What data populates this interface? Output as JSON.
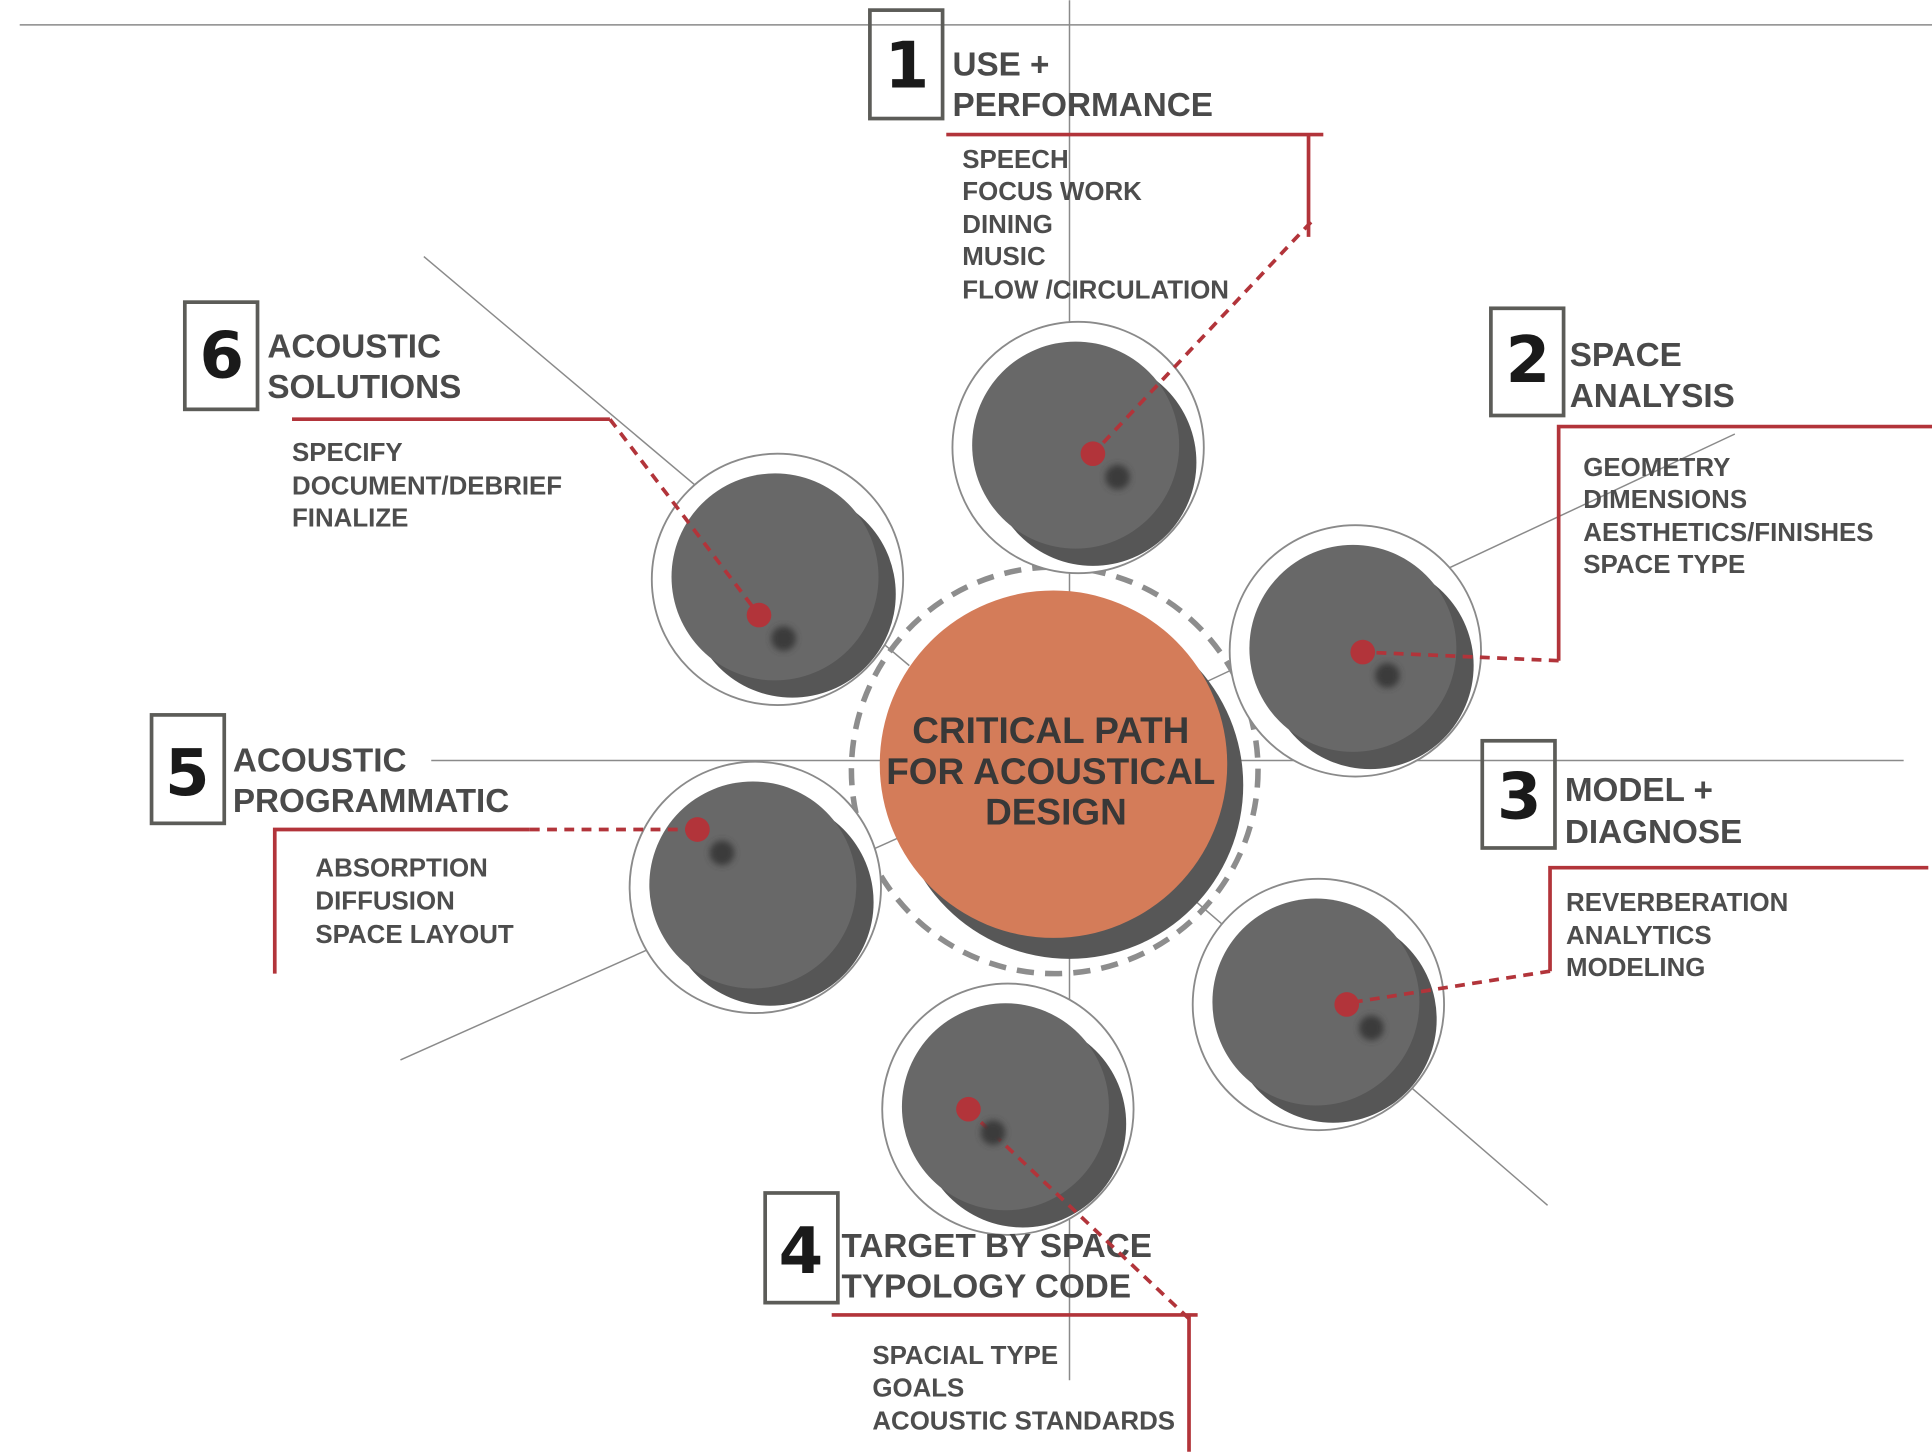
{
  "center": {
    "lines": [
      "CRITICAL PATH",
      "FOR ACOUSTICAL",
      "DESIGN"
    ]
  },
  "colors": {
    "center_fill": "#d47c59",
    "node_fill": "#686868",
    "node_shadow": "#565656",
    "accent_red": "#b2343a",
    "text": "#4a4a4a",
    "guide": "#808080"
  },
  "steps": [
    {
      "number": "1",
      "title": [
        "USE +",
        "PERFORMANCE"
      ],
      "items": [
        "SPEECH",
        "FOCUS WORK",
        "DINING",
        "MUSIC",
        "FLOW /CIRCULATION"
      ]
    },
    {
      "number": "2",
      "title": [
        "SPACE",
        "ANALYSIS"
      ],
      "items": [
        "GEOMETRY",
        "DIMENSIONS",
        "AESTHETICS/FINISHES",
        "SPACE TYPE"
      ]
    },
    {
      "number": "3",
      "title": [
        "MODEL +",
        "DIAGNOSE"
      ],
      "items": [
        "REVERBERATION",
        "ANALYTICS",
        "MODELING"
      ]
    },
    {
      "number": "4",
      "title": [
        "TARGET BY SPACE",
        "TYPOLOGY CODE"
      ],
      "items": [
        "SPACIAL TYPE",
        "GOALS",
        "ACOUSTIC STANDARDS"
      ]
    },
    {
      "number": "5",
      "title": [
        "ACOUSTIC",
        "PROGRAMMATIC"
      ],
      "items": [
        "ABSORPTION",
        "DIFFUSION",
        "SPACE LAYOUT"
      ]
    },
    {
      "number": "6",
      "title": [
        "ACOUSTIC",
        "SOLUTIONS"
      ],
      "items": [
        "SPECIFY",
        "DOCUMENT/DEBRIEF",
        "FINALIZE"
      ]
    }
  ]
}
